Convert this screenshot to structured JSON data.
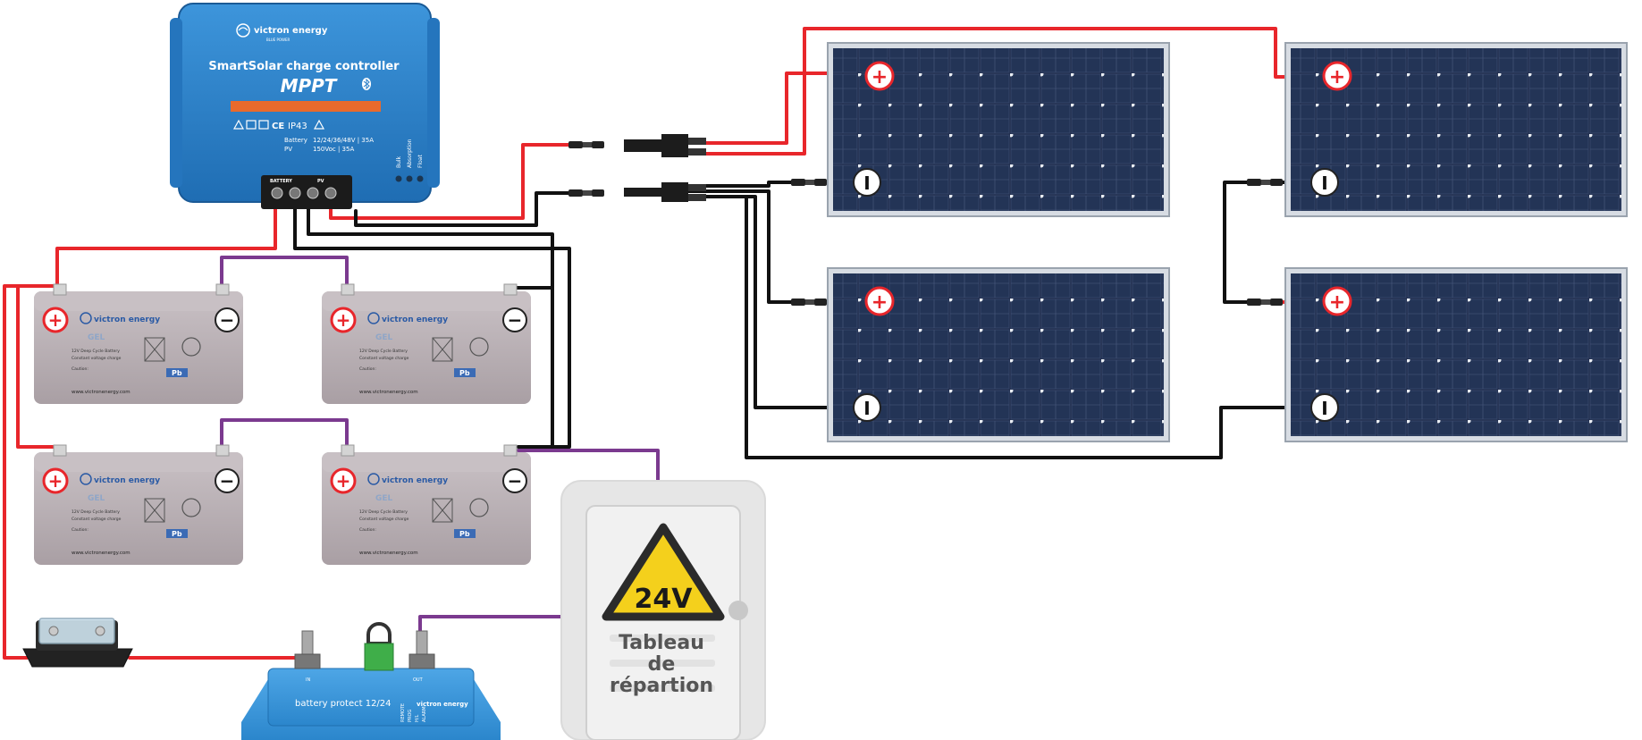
{
  "mppt": {
    "brand": "victron energy",
    "brand_sub": "BLUE POWER",
    "title": "SmartSolar charge controller",
    "model": "MPPT",
    "rating": "IP43",
    "battery_label": "Battery",
    "battery_spec": "12/24/36/48V | 35A",
    "pv_label": "PV",
    "pv_spec": "150Voc | 35A",
    "terminal_battery": "BATTERY",
    "terminal_pv": "PV",
    "leds": [
      "Bulk",
      "Absorption",
      "Float"
    ]
  },
  "battery": {
    "brand": "victron energy",
    "type": "GEL",
    "line1": "12V Deep Cycle Battery",
    "line2": "Constant voltage charge",
    "line3": "Caution:",
    "website": "www.victronenergy.com",
    "pb": "Pb"
  },
  "protect": {
    "label": "battery protect 12/24",
    "brand": "victron energy",
    "out": "OUT",
    "in": "IN",
    "pins": [
      "REMOTE",
      "PROG",
      "H/L",
      "ALARM"
    ]
  },
  "panel": {
    "title_line1": "Tableau",
    "title_line2": "de",
    "title_line3": "répartion",
    "voltage": "24V"
  },
  "symbols": {
    "plus": "+",
    "minus": "−",
    "panel_minus": "I"
  },
  "colors": {
    "positive": "#e8262b",
    "negative": "#111111",
    "purple": "#7b3a8f",
    "mppt_blue": "#2a7fc9",
    "panel_cell": "#1d2a4a",
    "battery_grey": "#b5acb0"
  }
}
